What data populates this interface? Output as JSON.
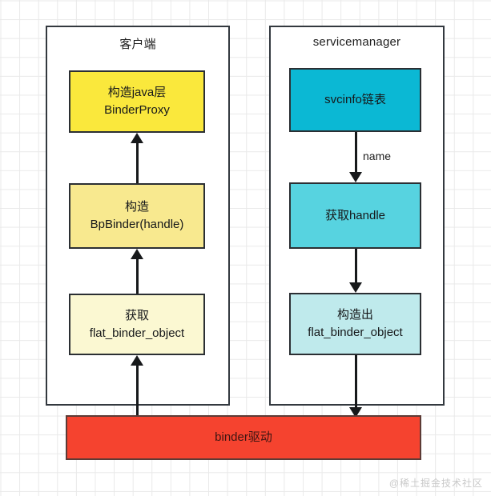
{
  "diagram": {
    "watermark": "@稀土掘金技术社区",
    "groups": [
      {
        "id": "client",
        "title": "客户端",
        "nodes": [
          {
            "id": "client-node-1",
            "label": "构造java层\nBinderProxy",
            "color": "#fae83c"
          },
          {
            "id": "client-node-2",
            "label": "构造\nBpBinder(handle)",
            "color": "#f8e98f"
          },
          {
            "id": "client-node-3",
            "label": "获取\nflat_binder_object",
            "color": "#fbf8d2"
          }
        ],
        "edges": [
          {
            "id": "client-edge-1",
            "direction": "up",
            "label": ""
          },
          {
            "id": "client-edge-2",
            "direction": "up",
            "label": ""
          },
          {
            "id": "client-edge-3",
            "direction": "up",
            "label": ""
          }
        ]
      },
      {
        "id": "servicemanager",
        "title": "servicemanager",
        "nodes": [
          {
            "id": "sm-node-1",
            "label": "svcinfo链表",
            "color": "#0bb8d4"
          },
          {
            "id": "sm-node-2",
            "label": "获取handle",
            "color": "#57d3e0"
          },
          {
            "id": "sm-node-3",
            "label": "构造出\nflat_binder_object",
            "color": "#bfeaec"
          }
        ],
        "edges": [
          {
            "id": "sm-edge-1",
            "direction": "down",
            "label": "name"
          },
          {
            "id": "sm-edge-2",
            "direction": "down",
            "label": ""
          },
          {
            "id": "sm-edge-3",
            "direction": "down",
            "label": ""
          }
        ]
      }
    ],
    "driver": {
      "id": "binder-driver",
      "label": "binder驱动",
      "color": "#f5432f"
    }
  }
}
